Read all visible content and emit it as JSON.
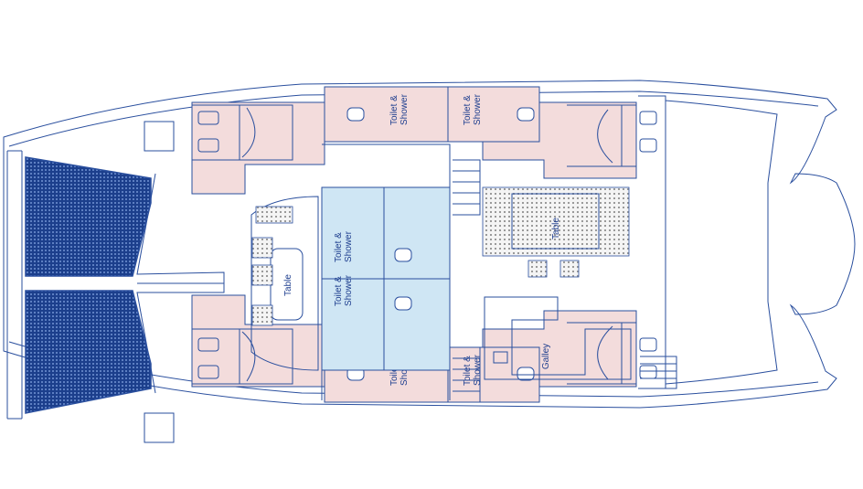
{
  "labels": {
    "table_port": "Table",
    "table_salon": "Table",
    "galley": "Galley",
    "toilet_top_1": [
      "Toilet &",
      "Shower"
    ],
    "toilet_top_2": [
      "Toilet &",
      "Shower"
    ],
    "toilet_mid_1": [
      "Toilet &",
      "Shower"
    ],
    "toilet_mid_2": [
      "Toilet &",
      "Shower"
    ],
    "toilet_bot_1": [
      "Toilet &",
      "Shower"
    ],
    "toilet_bot_2": [
      "Toilet &",
      "Shower"
    ]
  },
  "colors": {
    "line": "#2a4f9e",
    "cabin_fill": "#f3dcdc",
    "salon_fill": "#cfe6f4",
    "background": "#ffffff"
  }
}
